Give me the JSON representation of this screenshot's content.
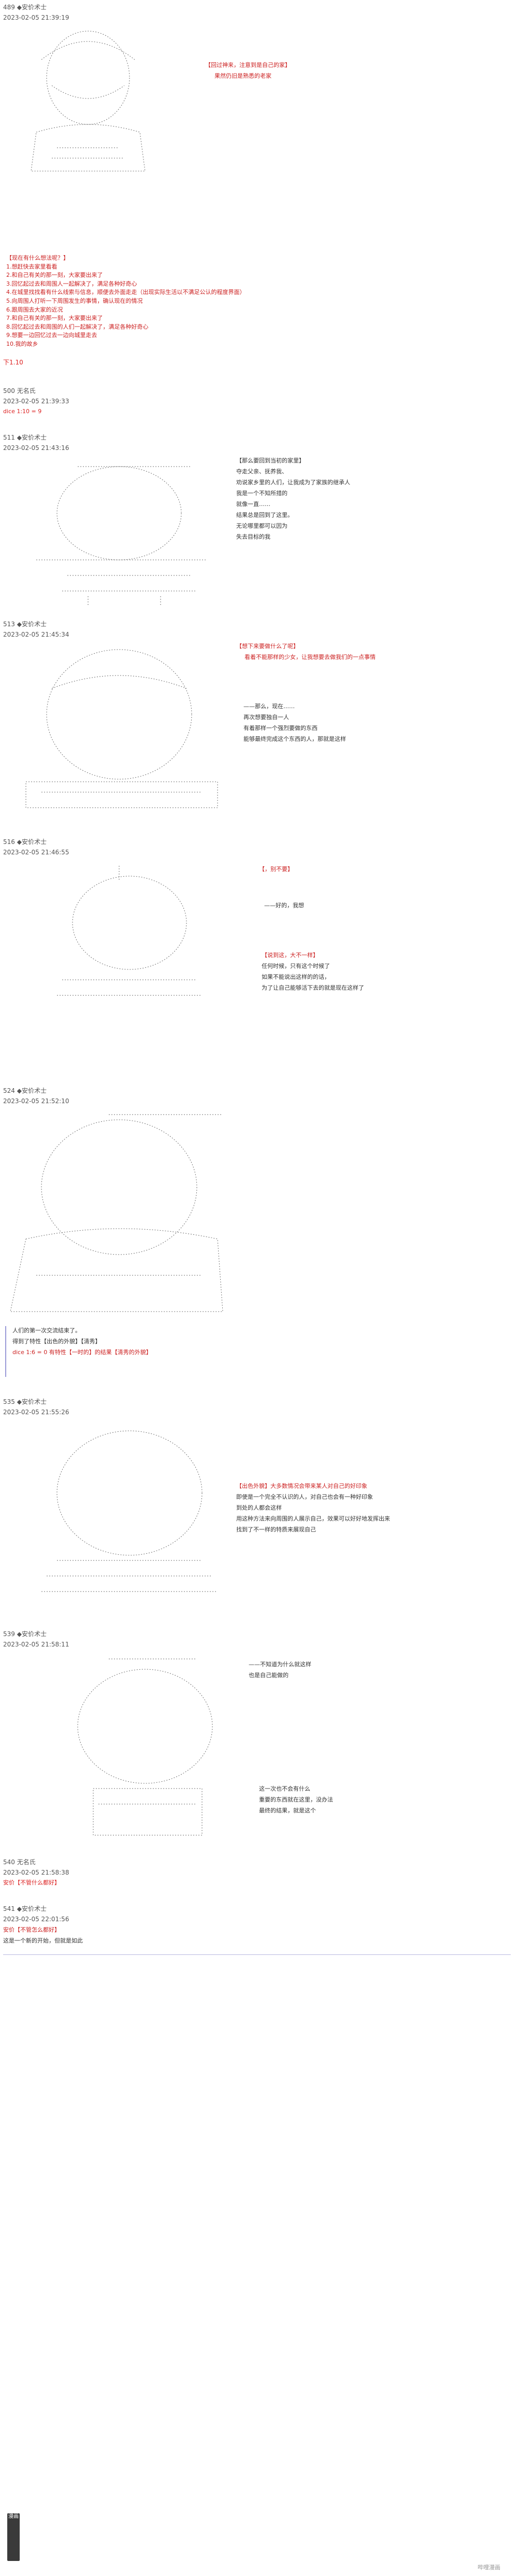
{
  "posts": [
    {
      "header": "489 ◆安价术士",
      "date": "2023-02-05 21:39:19",
      "lines": [
        "【回过神来，注意到是自己的家】",
        "果然仍旧是熟悉的老家"
      ]
    },
    {
      "header": "",
      "date": "",
      "lines": [
        "【现在有什么想法呢？】",
        "1.想赶快去家里看看",
        "2.和自己有关的那一刻，大家要出来了",
        "3.回忆起过去和周围人一起解决了，满足各种好奇心",
        "4.在城里找找看有什么线索与信息，顺便去外面走走（出现实际生活以不满足公认的程度界面）",
        "5.向周围人打听一下周围发生的事情，确认现在的情况",
        "6.跟周围去大家的近况",
        "7.和自己有关的那一刻，大家要出来了",
        "8.回忆起过去和周围的人们一起解决了，满足各种好奇心",
        "9.想要一边回忆过去一边向城里走去",
        "10.我的故乡"
      ]
    },
    {
      "header": "下1.10",
      "date": "",
      "lines": []
    },
    {
      "header": "500 无名氏",
      "date": "2023-02-05 21:39:33",
      "lines": [
        "dice 1:10 = 9"
      ]
    },
    {
      "header": "511 ◆安价术士",
      "date": "2023-02-05 21:43:16",
      "lines": [
        "【那么要回到当初的家里】",
        "夺走父亲、抚养我、",
        "劝说家乡里的人们，让我成为了家族的继承人",
        "我是一个不知所措的",
        "就像一直……",
        "结果总是回到了这里。",
        "无论哪里都可以因为",
        "失去目标的我"
      ]
    },
    {
      "header": "513 ◆安价术士",
      "date": "2023-02-05 21:45:34",
      "lines": [
        "【想下来要做什么了呢】",
        "看着不能那样的少女，让我想要去做我们的一点事情",
        "——那么，现在……",
        "再次想要独自一人",
        "有着那样一个强烈要做的东西",
        "能够最终完成这个东西的人，那就是这样"
      ]
    },
    {
      "header": "516 ◆安价术士",
      "date": "2023-02-05 21:46:55",
      "lines": [
        "【，别不要】",
        "——好的，我想",
        "【说到这，大不一样】",
        "任何时候，只有这个时候了",
        "如果不能说出这样的的话，",
        "为了让自己能够活下去的就是现在这样了"
      ]
    },
    {
      "header": "524 ◆安价术士",
      "date": "2023-02-05 21:52:10",
      "lines": [
        "人们的第一次交流结束了。",
        "得到了特性【出色的外貌】【清秀】",
        "dice 1:6 = 0 有特性【一时的】的结果【清秀的外貌】"
      ]
    },
    {
      "header": "535 ◆安价术士",
      "date": "2023-02-05 21:55:26",
      "lines": [
        "【出色外貌】大多数情况会带来某人对自己的好印象",
        "即使是一个完全不认识的人，对自己也会有一种好印象",
        "到处的人都会这样",
        "用这种方法来向周围的人展示自己，效果可以好好地发挥出来",
        "找到了不一样的特质来展现自己"
      ]
    },
    {
      "header": "539 ◆安价术士",
      "date": "2023-02-05 21:58:11",
      "lines": [
        "——不知道为什么就这样",
        "也是自己能做的",
        "这一次也不会有什么",
        "重要的东西就在这里，没办法",
        "最终的结果，就是这个"
      ]
    },
    {
      "header": "540 无名氏",
      "date": "2023-02-05 21:58:38",
      "lines": [
        "安价【不管什么都好】"
      ]
    },
    {
      "header": "541 ◆安价术士",
      "date": "2023-02-05 22:01:56",
      "lines": [
        "安价【不管怎么都好】",
        "这是一个新的开始，但就是如此"
      ]
    }
  ],
  "watermark": "漫画",
  "site_logo": "哔哩漫画"
}
